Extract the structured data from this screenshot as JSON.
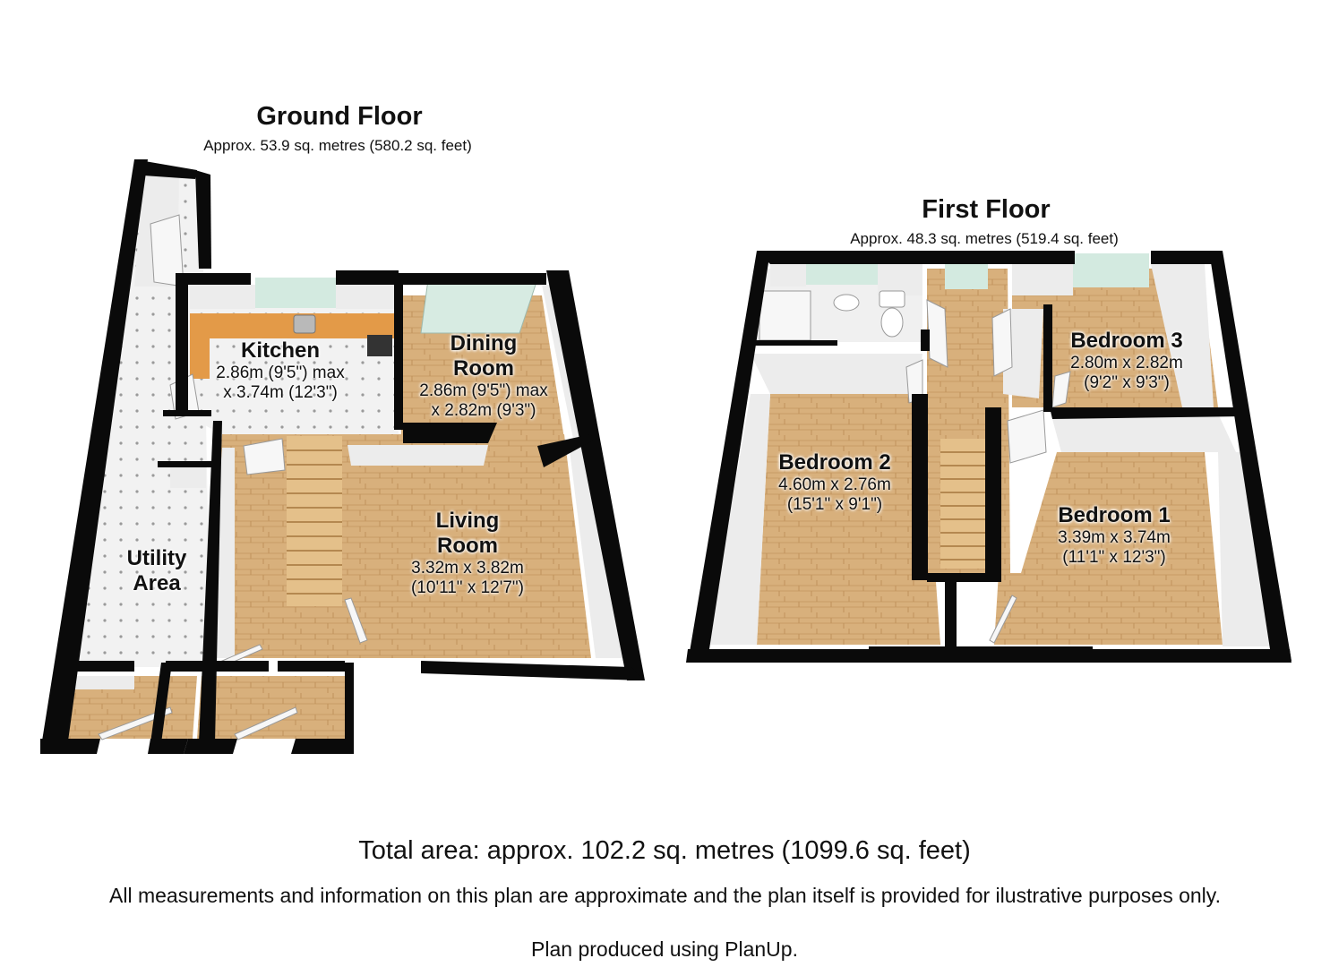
{
  "ground_floor": {
    "title": "Ground Floor",
    "area": "Approx. 53.9 sq. metres (580.2 sq. feet)",
    "rooms": {
      "kitchen": {
        "name": "Kitchen",
        "dim1": "2.86m (9'5\") max",
        "dim2": "x 3.74m (12'3\")"
      },
      "dining": {
        "name1": "Dining",
        "name2": "Room",
        "dim1": "2.86m (9'5\") max",
        "dim2": "x 2.82m (9'3\")"
      },
      "living": {
        "name1": "Living",
        "name2": "Room",
        "dim1": "3.32m x 3.82m",
        "dim2": "(10'11\" x 12'7\")"
      },
      "utility": {
        "name1": "Utility",
        "name2": "Area"
      }
    }
  },
  "first_floor": {
    "title": "First Floor",
    "area": "Approx. 48.3 sq. metres (519.4 sq. feet)",
    "rooms": {
      "bedroom3": {
        "name": "Bedroom 3",
        "dim1": "2.80m x 2.82m",
        "dim2": "(9'2\" x 9'3\")"
      },
      "bedroom2": {
        "name": "Bedroom 2",
        "dim1": "4.60m x 2.76m",
        "dim2": "(15'1\" x 9'1\")"
      },
      "bedroom1": {
        "name": "Bedroom 1",
        "dim1": "3.39m x 3.74m",
        "dim2": "(11'1\" x 12'3\")"
      }
    }
  },
  "footer": {
    "total": "Total area: approx. 102.2 sq. metres (1099.6 sq. feet)",
    "disclaimer": "All measurements and information on this plan are approximate and the plan itself is provided for ilustrative purposes only.",
    "credit": "Plan produced using PlanUp."
  },
  "colors": {
    "wall": "#0a0a0a",
    "wall_inner": "#ececec",
    "wood": "#d8b07c",
    "tile": "#f0f0f0",
    "counter": "#e39a48",
    "glass": "#cfe8de"
  }
}
